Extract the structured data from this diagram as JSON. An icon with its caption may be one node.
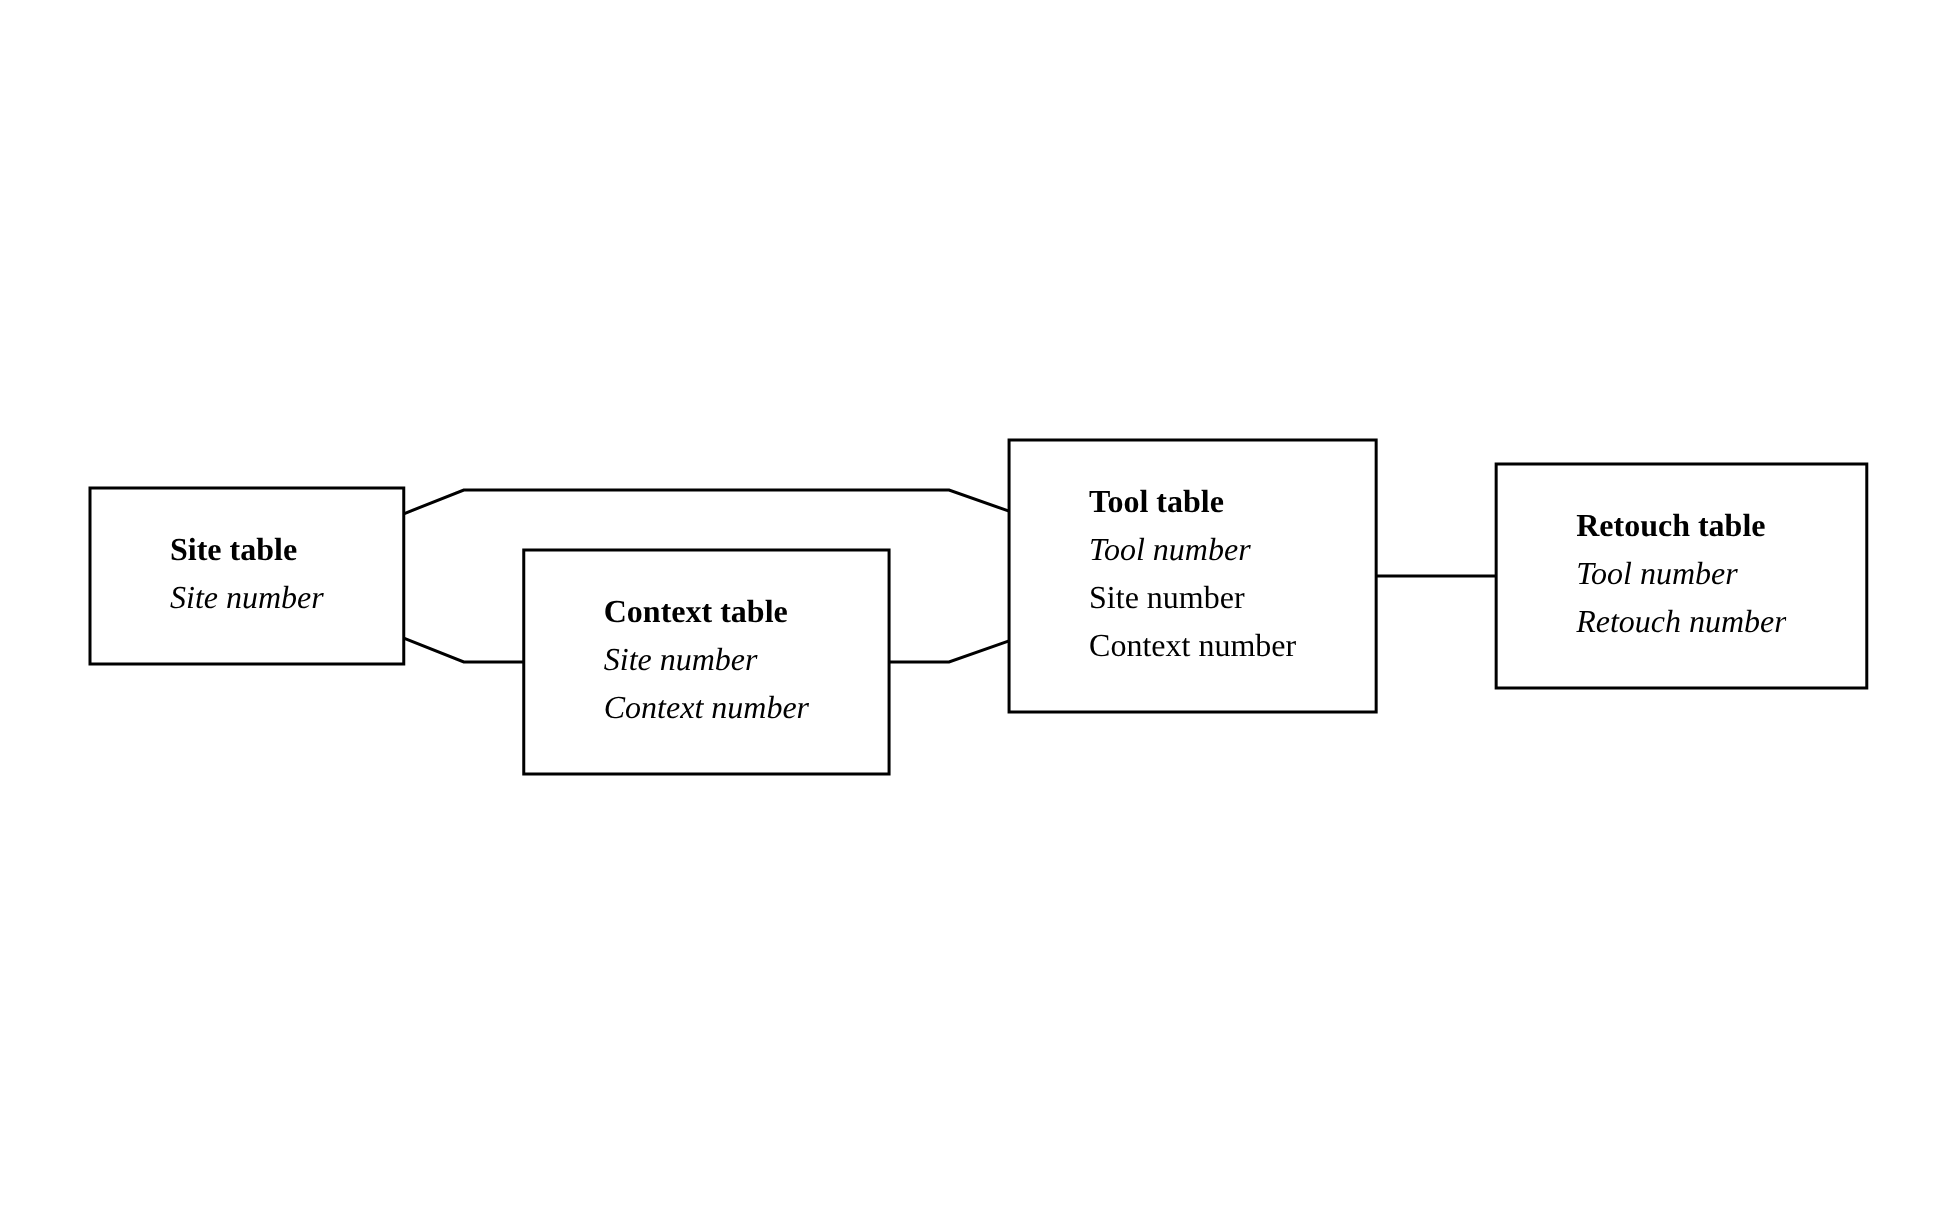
{
  "diagram": {
    "nodes": [
      {
        "text": [
          "Site table",
          "Site number"
        ]
      },
      {
        "text": [
          "Tool table",
          "Tool number",
          "Site number",
          "Context number"
        ]
      },
      {
        "text": [
          "Retouch table",
          "Tool number",
          "Retouch number"
        ]
      },
      {
        "text": [
          "Context table",
          "Site number",
          "Context number"
        ]
      }
    ],
    "edges": [
      {
        "from": 0,
        "to": 1,
        "arrow": "none"
      },
      {
        "from": 0,
        "to": 3,
        "arrow": "none"
      },
      {
        "from": 3,
        "to": 1,
        "arrow": "none"
      },
      {
        "from": 1,
        "to": 2,
        "arrow": "none"
      }
    ]
  }
}
